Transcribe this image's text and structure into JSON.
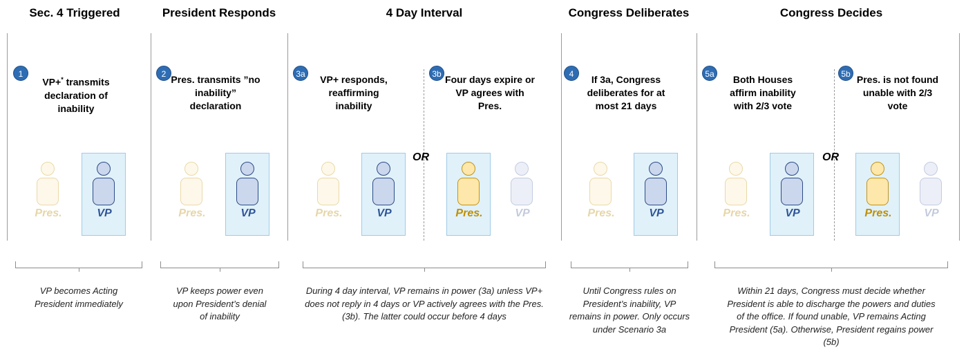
{
  "headers": {
    "sec4": "Sec. 4 Triggered",
    "president": "President Responds",
    "interval": "4 Day Interval",
    "deliberates": "Congress Deliberates",
    "decides": "Congress Decides"
  },
  "steps": {
    "s1": {
      "badge": "1",
      "text_a": "VP+",
      "sup": "*",
      "text_b": " transmits declaration of inability"
    },
    "s2": {
      "badge": "2",
      "text": "Pres. transmits ”no inability” declaration"
    },
    "s3a": {
      "badge": "3a",
      "text": "VP+ responds, reaffirming inability"
    },
    "s3b": {
      "badge": "3b",
      "text": "Four days expire or VP agrees with Pres."
    },
    "s4": {
      "badge": "4",
      "text": "If 3a, Congress deliberates for at most 21 days"
    },
    "s5a": {
      "badge": "5a",
      "text": "Both Houses affirm inability with 2/3 vote"
    },
    "s5b": {
      "badge": "5b",
      "text": "Pres. is not found unable with 2/3 vote"
    }
  },
  "or_label": "OR",
  "figure_labels": {
    "pres": "Pres.",
    "vp": "VP"
  },
  "notes": {
    "n1": "VP becomes Acting President immediately",
    "n2": "VP keeps power even upon President’s denial of inability",
    "n3": "During 4 day interval, VP remains in power (3a) unless VP+ does not reply in 4 days or VP actively agrees with the Pres. (3b). The latter could occur before 4 days",
    "n4": "Until Congress rules on President’s inability, VP remains in power. Only occurs under Scenario 3a",
    "n5": "Within 21 days, Congress must decide whether President is able to discharge the powers and duties of the office. If found unable, VP remains Acting President (5a). Otherwise, President regains power (5b)"
  },
  "colors": {
    "badge": "#2e6db4",
    "vp_active": "#2f5597",
    "pres_active": "#bf9000",
    "highlight_box": "#e0f1fa"
  }
}
